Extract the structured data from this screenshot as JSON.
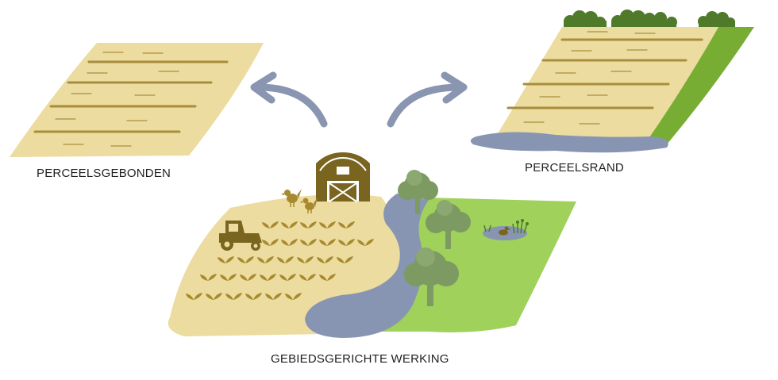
{
  "labels": {
    "perceelsgebonden": "PERCEELSGEBONDEN",
    "perceelsrand": "PERCEELSRAND",
    "gebiedsgericht": "GEBIEDSGERICHTE WERKING"
  },
  "colors": {
    "field": "#ecdca0",
    "furrow": "#a88e3c",
    "grass": "#9fd15b",
    "grass_dark": "#76ad32",
    "water": "#8795b3",
    "tree": "#7d9a62",
    "tree_trunk": "#6c8a56",
    "shrub": "#4f7a2a",
    "barn": "#7a6520",
    "crop": "#a88a2e",
    "arrow": "#8995b1"
  },
  "icons": [
    "barn-icon",
    "tractor-icon",
    "chicken-icon",
    "tree-icon",
    "duck-icon",
    "shrub-icon",
    "arrow-icon"
  ]
}
